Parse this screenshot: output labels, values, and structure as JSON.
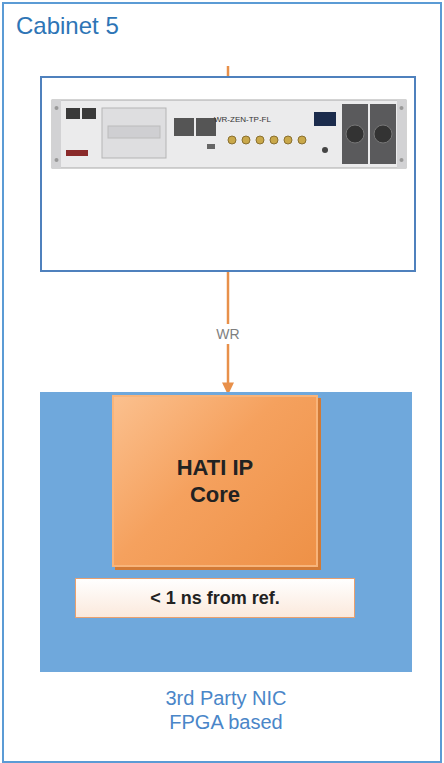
{
  "diagram": {
    "nodes": [
      {
        "text": [
          "Cabinet 5"
        ]
      },
      {
        "text": [
          "WR-ZEN-TP-FL"
        ],
        "in": 0
      },
      {
        "text": [
          "3rd Party NIC FPGA based"
        ],
        "in": 0
      },
      {
        "text": [
          "HATI IP Core"
        ],
        "in": 2
      },
      {
        "text": [
          "< 1 ns from ref."
        ],
        "in": 2
      }
    ],
    "edges": [
      {
        "from": 1,
        "to": 3,
        "arrow": "to",
        "label": "WR"
      }
    ]
  }
}
